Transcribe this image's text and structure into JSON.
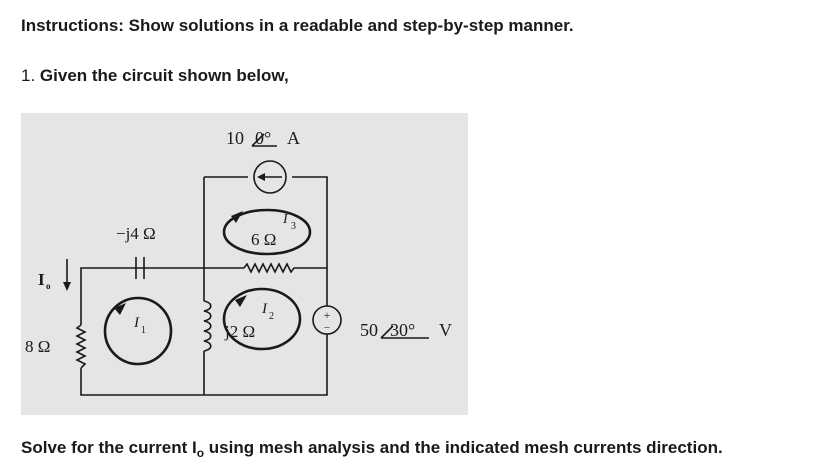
{
  "instructions": "Instructions: Show solutions in a readable and step-by-step manner.",
  "question": {
    "number": "1.",
    "text": "Given the circuit shown below,"
  },
  "circuit": {
    "current_source_label": "10/0° A",
    "current_source_mag": "10",
    "current_source_angle": "0°",
    "current_source_unit": "A",
    "capacitor_label": "−j4 Ω",
    "resistor_6_label": "6 Ω",
    "inductor_label": "j2 Ω",
    "resistor_8_label": "8 Ω",
    "voltage_source_mag": "50",
    "voltage_source_angle": "30°",
    "voltage_source_unit": "V",
    "current_io_label": "I",
    "current_io_sub": "o",
    "mesh1_label": "I",
    "mesh1_sub": "1",
    "mesh2_label": "I",
    "mesh2_sub": "2",
    "mesh3_label": "I",
    "mesh3_sub": "3",
    "plus_sign": "+",
    "minus_sign": "−"
  },
  "solve": {
    "before": "Solve for the current I",
    "sub": "o",
    "after": " using mesh analysis and the indicated mesh currents direction."
  }
}
